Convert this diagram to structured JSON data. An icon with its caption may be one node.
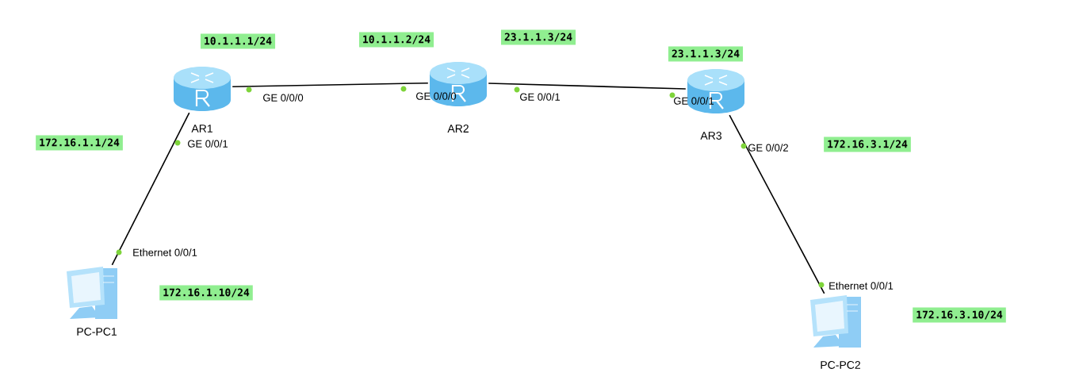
{
  "diagram": {
    "nodes": [
      {
        "text": [],
        "shape": "cylinder",
        "beside": [
          "AR1"
        ]
      },
      {
        "text": [],
        "shape": "cylinder",
        "beside": [
          "AR2"
        ]
      },
      {
        "text": [],
        "shape": "cylinder",
        "beside": [
          "AR3"
        ]
      },
      {
        "text": [],
        "shape": "computer",
        "beside": [
          "PC-PC1"
        ]
      },
      {
        "text": [],
        "shape": "computer",
        "beside": [
          "PC-PC2"
        ]
      }
    ],
    "edges": [
      {
        "from": 0,
        "to": 1,
        "arrow": "none"
      },
      {
        "from": 1,
        "to": 2,
        "arrow": "none"
      },
      {
        "from": 0,
        "to": 3,
        "arrow": "none"
      },
      {
        "from": 2,
        "to": 4,
        "arrow": "none"
      }
    ],
    "labels": [
      "10.1.1.1/24",
      "10.1.1.2/24",
      "23.1.1.3/24",
      "23.1.1.3/24",
      "GE 0/0/0",
      "GE 0/0/0",
      "GE 0/0/1",
      "GE 0/0/1",
      "172.16.1.1/24",
      "GE 0/0/1",
      "GE 0/0/2",
      "172.16.3.1/24",
      "Ethernet 0/0/1",
      "172.16.1.10/24",
      "Ethernet 0/0/1",
      "172.16.3.10/24"
    ]
  }
}
